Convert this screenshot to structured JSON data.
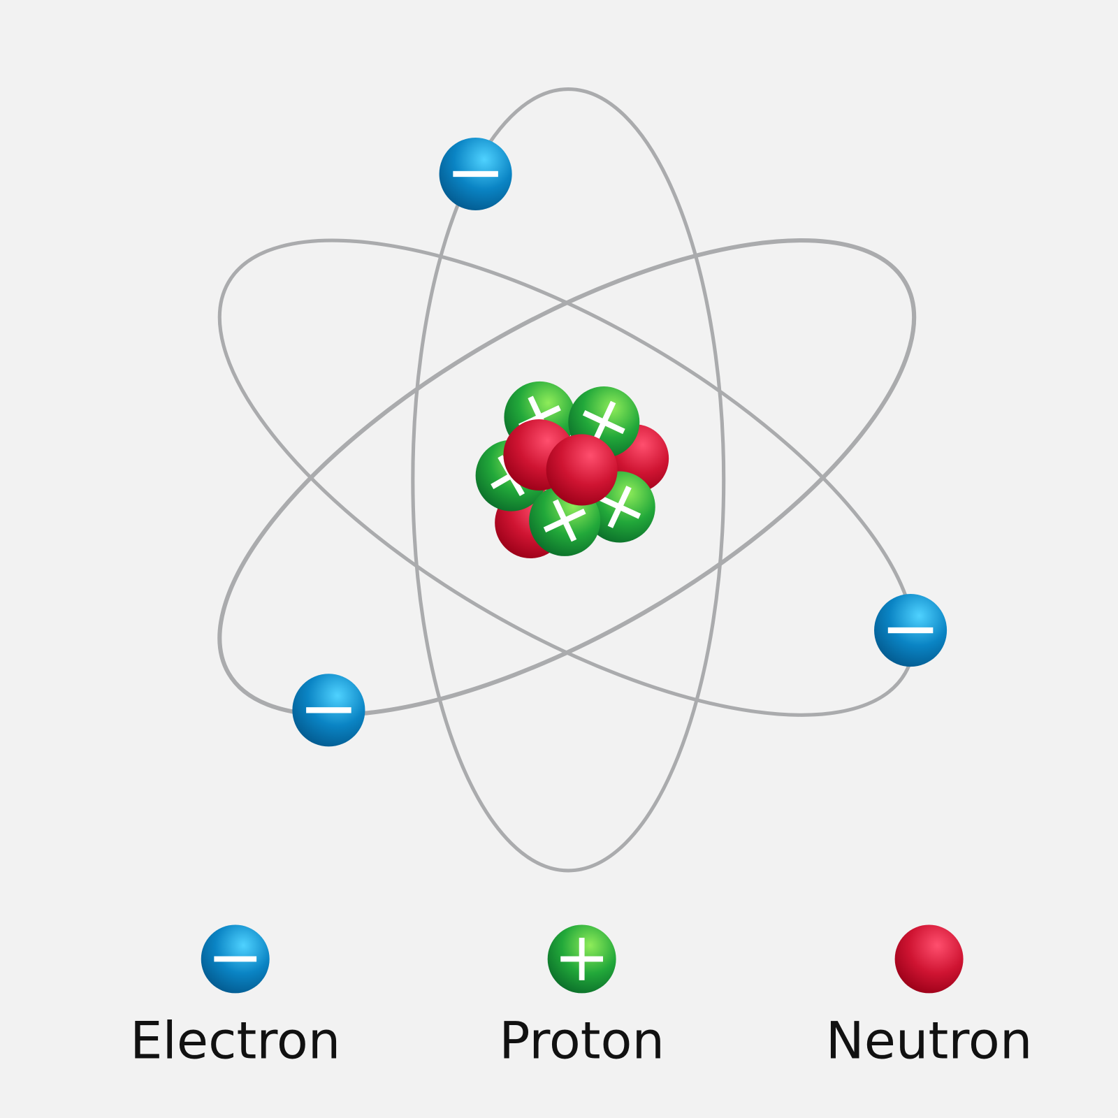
{
  "title": "Atom model",
  "legend": {
    "electron": "Electron",
    "proton": "Proton",
    "neutron": "Neutron"
  },
  "colors": {
    "background": "#f2f2f2",
    "orbit": "#aaabad",
    "electron": "#0a7fbd",
    "proton": "#22a83a",
    "neutron": "#c8102e"
  },
  "counts": {
    "electrons": 3,
    "protons": 5,
    "neutrons": 4
  }
}
